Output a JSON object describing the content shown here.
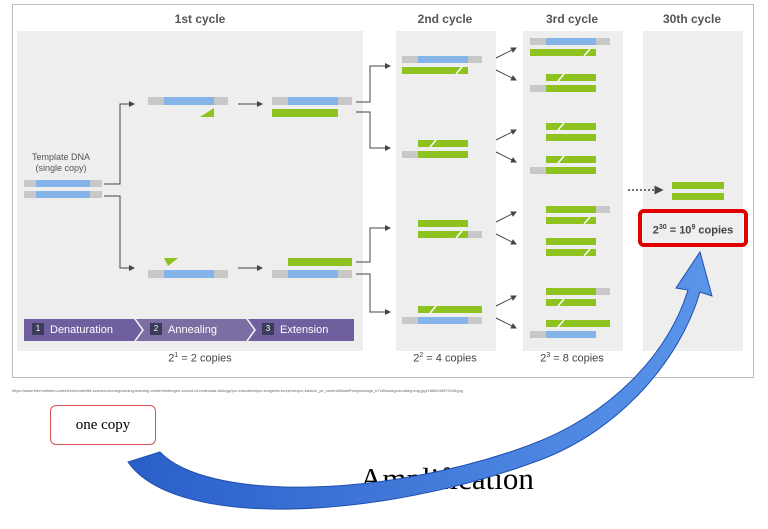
{
  "cycles": {
    "c1": {
      "title": "1st cycle",
      "copies_base": "2",
      "copies_exp": "1",
      "copies_rest": " = 2 copies"
    },
    "c2": {
      "title": "2nd cycle",
      "copies_base": "2",
      "copies_exp": "2",
      "copies_rest": " = 4 copies"
    },
    "c3": {
      "title": "3rd cycle",
      "copies_base": "2",
      "copies_exp": "3",
      "copies_rest": " = 8 copies"
    },
    "c30": {
      "title": "30th cycle"
    }
  },
  "template_label": {
    "line1": "Template DNA",
    "line2": "(single copy)"
  },
  "steps": [
    {
      "num": "1",
      "label": "Denaturation"
    },
    {
      "num": "2",
      "label": "Annealing"
    },
    {
      "num": "3",
      "label": "Extension"
    }
  ],
  "result": {
    "base": "2",
    "exp": "30",
    "mid": " = 10",
    "exp2": "9",
    "tail": " copies"
  },
  "source_url": "https://www.thermofisher.com/id/en/home/life-science/cloning/cloning-learning-center/invitrogen-school-of-molecular-biology/pcr-education/pcr-reagents-enzymes/pcr-basics/_jcr_content/MainParsys/image_b7c8/backgroundimg.img.jpg/1689049579198.jpg",
  "annotation": {
    "one_copy": "one copy",
    "amplification": "Amplification"
  },
  "colors": {
    "template_strand": "#84b4e8",
    "new_strand": "#8dc21f",
    "primer_gray": "#c8c8c8",
    "highlight_box": "#e00000",
    "arrow_blue": "#3a73d6",
    "step_bar": "#7b6ea3"
  }
}
